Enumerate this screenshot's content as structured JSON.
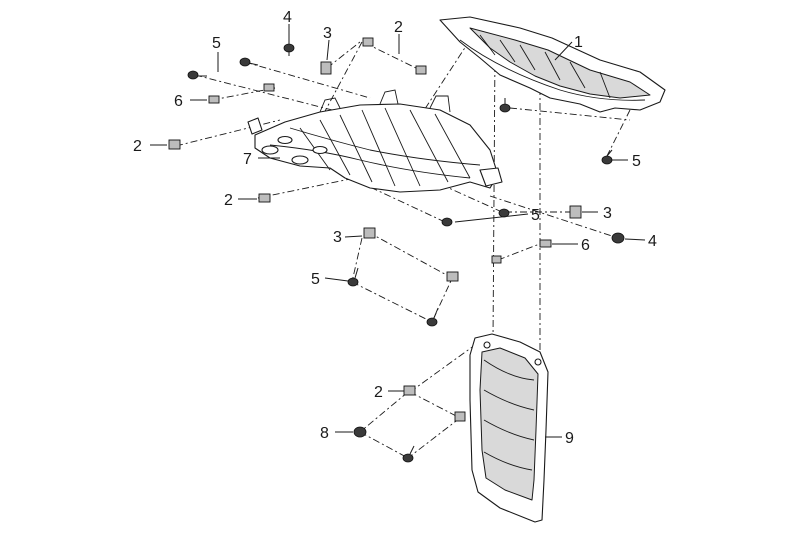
{
  "diagram": {
    "callouts": [
      {
        "id": "c1",
        "text": "1"
      },
      {
        "id": "c2a",
        "text": "2"
      },
      {
        "id": "c2b",
        "text": "2"
      },
      {
        "id": "c2c",
        "text": "2"
      },
      {
        "id": "c2d",
        "text": "2"
      },
      {
        "id": "c3a",
        "text": "3"
      },
      {
        "id": "c3b",
        "text": "3"
      },
      {
        "id": "c3c",
        "text": "3"
      },
      {
        "id": "c4a",
        "text": "4"
      },
      {
        "id": "c4b",
        "text": "4"
      },
      {
        "id": "c5a",
        "text": "5"
      },
      {
        "id": "c5b",
        "text": "5"
      },
      {
        "id": "c5c",
        "text": "5"
      },
      {
        "id": "c5d",
        "text": "5"
      },
      {
        "id": "c6a",
        "text": "6"
      },
      {
        "id": "c6b",
        "text": "6"
      },
      {
        "id": "c7",
        "text": "7"
      },
      {
        "id": "c8",
        "text": "8"
      },
      {
        "id": "c9",
        "text": "9"
      }
    ]
  }
}
